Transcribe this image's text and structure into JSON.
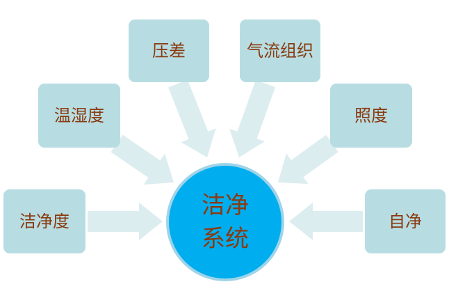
{
  "colors": {
    "box_fill": "#b7dde2",
    "arrow_fill": "#dcedf0",
    "center_fill": "#00aeef",
    "center_border": "#9fd4e8",
    "text": "#8a3a10"
  },
  "center": {
    "label": "洁净系统"
  },
  "factors": [
    {
      "id": "cleanliness",
      "label": "洁净度"
    },
    {
      "id": "temp-humidity",
      "label": "温湿度"
    },
    {
      "id": "pressure-difference",
      "label": "压差"
    },
    {
      "id": "airflow-organization",
      "label": "气流组织"
    },
    {
      "id": "illuminance",
      "label": "照度"
    },
    {
      "id": "self-purification",
      "label": "自净"
    }
  ]
}
